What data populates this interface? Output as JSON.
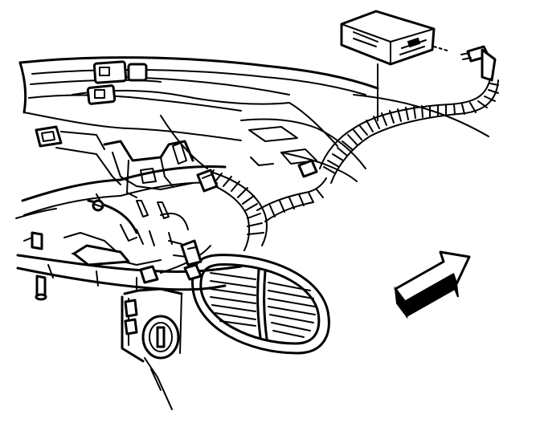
{
  "diagram": {
    "parts": [
      {
        "id": "electronic-module",
        "icon": "module-box"
      },
      {
        "id": "module-connector",
        "icon": "connector-plug"
      },
      {
        "id": "wiring-harness",
        "icon": "corrugated-conduit"
      },
      {
        "id": "instrument-panel-carrier",
        "icon": "panel-outline"
      },
      {
        "id": "ac-outlet-vent",
        "icon": "louvered-vent"
      },
      {
        "id": "ignition-switch",
        "icon": "ignition-cylinder"
      },
      {
        "id": "steering-column-support",
        "icon": "bracket"
      }
    ],
    "arrow": {
      "icon": "direction-arrow",
      "points": "forward"
    }
  }
}
